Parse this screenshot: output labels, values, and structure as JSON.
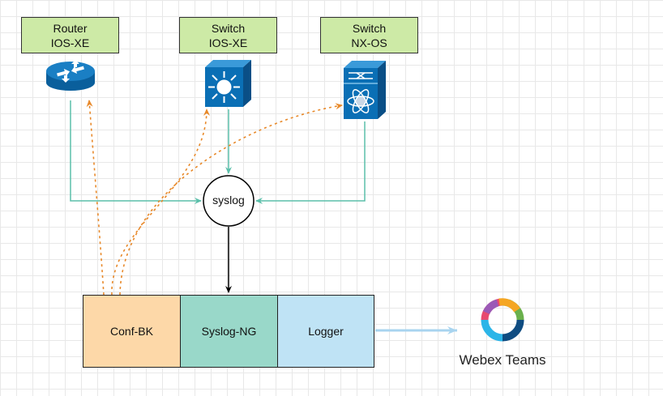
{
  "devices": [
    {
      "line1": "Router",
      "line2": "IOS-XE",
      "icon": "router-icon"
    },
    {
      "line1": "Switch",
      "line2": "IOS-XE",
      "icon": "layer3-switch-icon"
    },
    {
      "line1": "Switch",
      "line2": "NX-OS",
      "icon": "nexus-switch-icon"
    }
  ],
  "syslog_label": "syslog",
  "pipeline": {
    "confbk": "Conf-BK",
    "syslogng": "Syslog-NG",
    "logger": "Logger"
  },
  "webex": {
    "label": "Webex Teams",
    "icon": "webex-teams-logo"
  },
  "colors": {
    "label_fill": "#cdeaa6",
    "confbk_fill": "#fdd8a8",
    "syslogng_fill": "#99d8c9",
    "logger_fill": "#bfe3f5",
    "syslog_arrow": "#5bbfaa",
    "config_arrow": "#e8892a",
    "webex_arrow": "#a8d4ef",
    "cisco_blue": "#0a6fb5"
  }
}
